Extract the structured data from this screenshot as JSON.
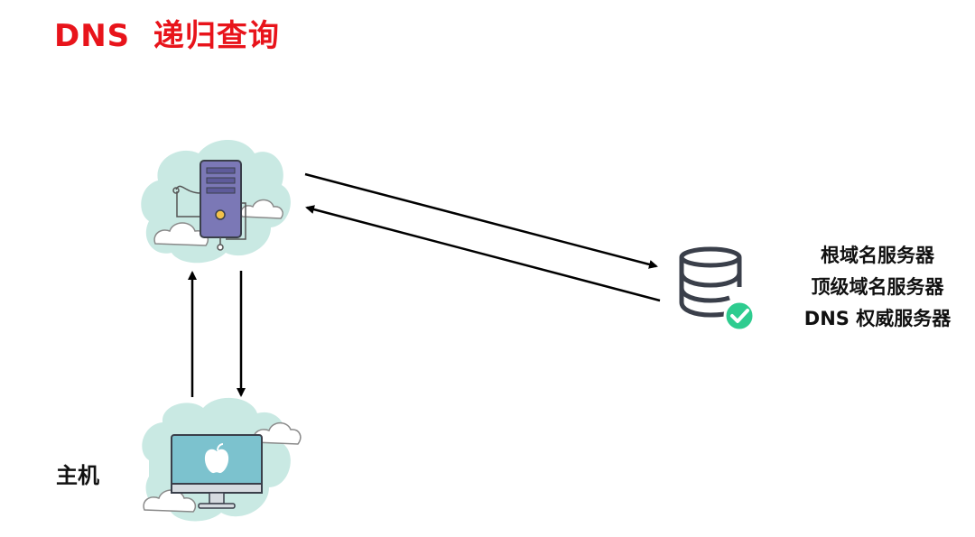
{
  "title": "DNS  递归查询",
  "host": {
    "label": "主机"
  },
  "servers": {
    "lines": [
      "根域名服务器",
      "顶级域名服务器",
      "DNS 权威服务器"
    ]
  },
  "icons": {
    "resolver": "cloud-server-icon",
    "host": "cloud-computer-icon",
    "authoritative": "database-check-icon"
  },
  "colors": {
    "title": "#e8141b",
    "cloud": "#c9e9e3",
    "server_body": "#7b78b6",
    "monitor_screen": "#7cc2ce",
    "check": "#2ecc8f",
    "database_stroke": "#3a3f4a"
  }
}
